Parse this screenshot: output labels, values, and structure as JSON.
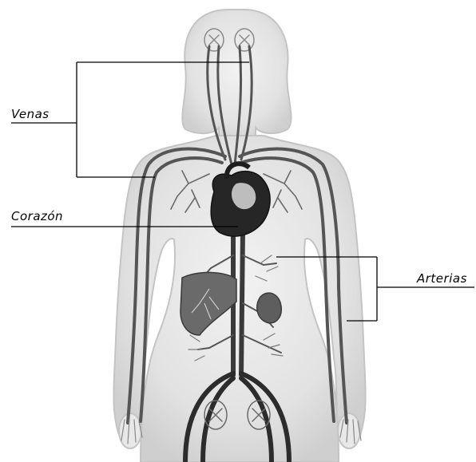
{
  "labels": {
    "veins": "Venas",
    "heart": "Corazón",
    "arteries": "Arterias"
  },
  "colors": {
    "body_fill": "#e4e4e4",
    "body_outline": "#c4c4c4",
    "vessel": "#4a4a4a",
    "vessel_dark": "#2c2c2c",
    "heart": "#262626",
    "organ": "#6a6a6a",
    "leader_line": "#000000"
  }
}
